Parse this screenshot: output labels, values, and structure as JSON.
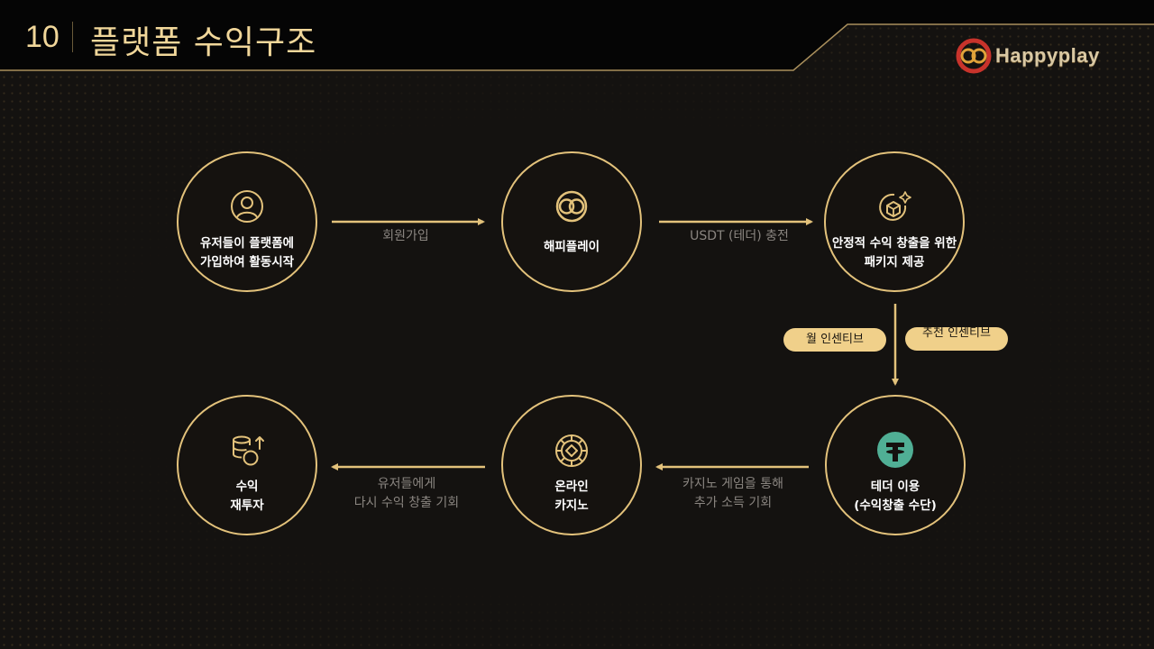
{
  "header": {
    "slide_number": "10",
    "title": "플랫폼 수익구조",
    "logo_text": "Happyplay"
  },
  "nodes": {
    "user_signup": {
      "label": "유저들이 플랫폼에\n가입하여 활동시작",
      "icon": "user-icon"
    },
    "happyplay": {
      "label": "해피플레이",
      "icon": "happyplay-logo-icon"
    },
    "package": {
      "label": "안정적 수익 창출을 위한\n패키지 제공",
      "icon": "package-cube-icon"
    },
    "tether": {
      "label": "테더 이용\n(수익창출 수단)",
      "icon": "tether-icon"
    },
    "casino": {
      "label": "온라인\n카지노",
      "icon": "casino-chip-icon"
    },
    "reinvest": {
      "label": "수익\n재투자",
      "icon": "database-upload-icon"
    }
  },
  "edges": {
    "signup": "회원가입",
    "usdt_charge": "USDT (테더) 충전",
    "casino_income": "카지노 게임을 통해\n추가 소득 기회",
    "reuse_income": "유저들에게\n다시 수익 창출 기회"
  },
  "pills": {
    "monthly_incentive": "월 인센티브",
    "referral_incentive": "추천 인센티브"
  },
  "colors": {
    "gold": "#e3c27b",
    "pill": "#f0d08a",
    "tether_green": "#50af95",
    "background": "#141210"
  }
}
